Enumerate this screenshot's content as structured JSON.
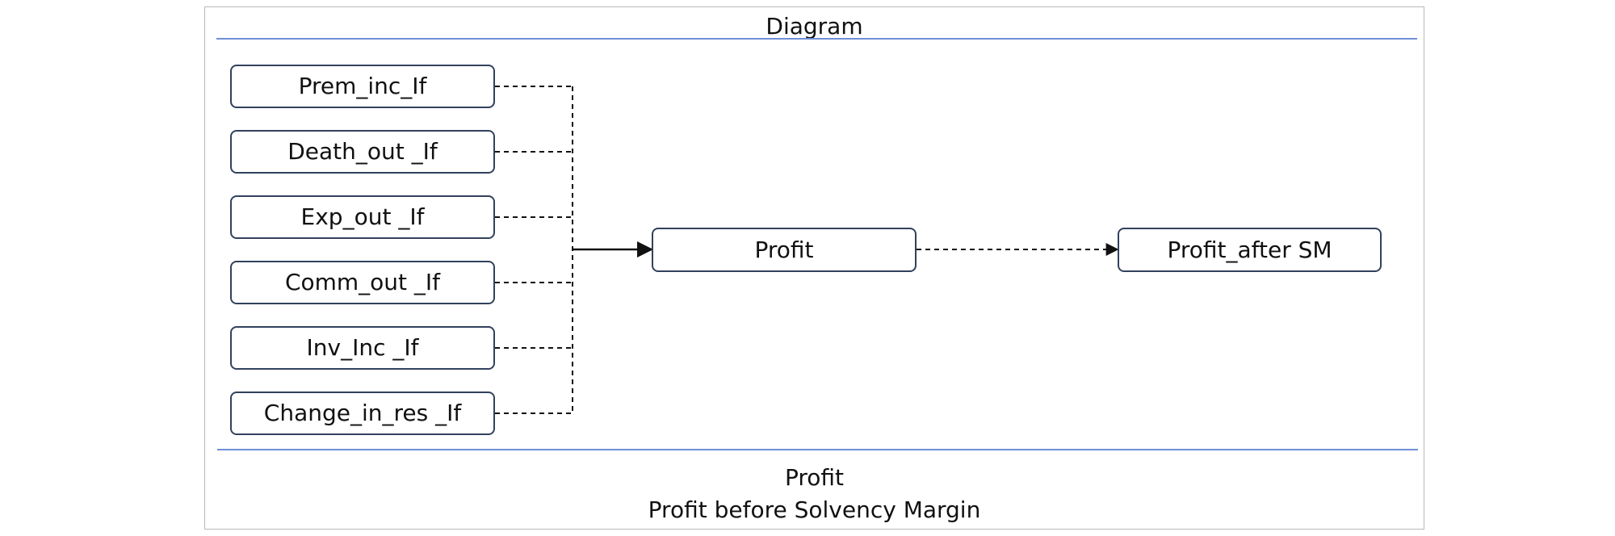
{
  "diagram": {
    "title": "Diagram",
    "inputs": [
      {
        "label": "Prem_inc_If"
      },
      {
        "label": "Death_out _If"
      },
      {
        "label": "Exp_out _If"
      },
      {
        "label": "Comm_out _If"
      },
      {
        "label": "Inv_Inc _If"
      },
      {
        "label": "Change_in_res _If"
      }
    ],
    "profit_label": "Profit",
    "profit_after_label": "Profit_after SM",
    "caption_line1": "Profit",
    "caption_line2": "Profit before Solvency Margin",
    "line_color": "#31415d",
    "rule_color": "#6f8fd6"
  }
}
